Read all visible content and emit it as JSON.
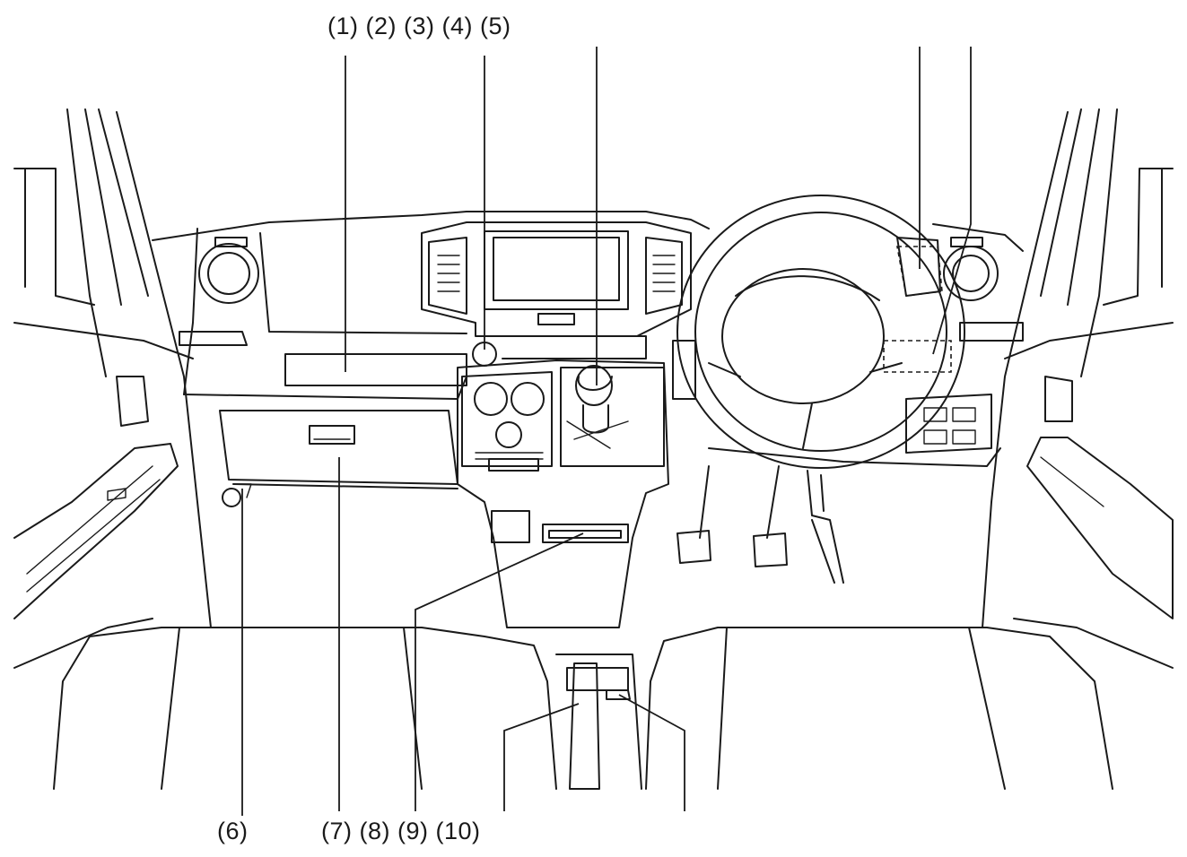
{
  "callouts": {
    "top": "(1) (2) (3) (4) (5)",
    "bottom_left": "(6)",
    "bottom_center": "(7) (8) (9) (10)"
  },
  "colors": {
    "line": "#1a1a1a",
    "background": "#ffffff"
  }
}
